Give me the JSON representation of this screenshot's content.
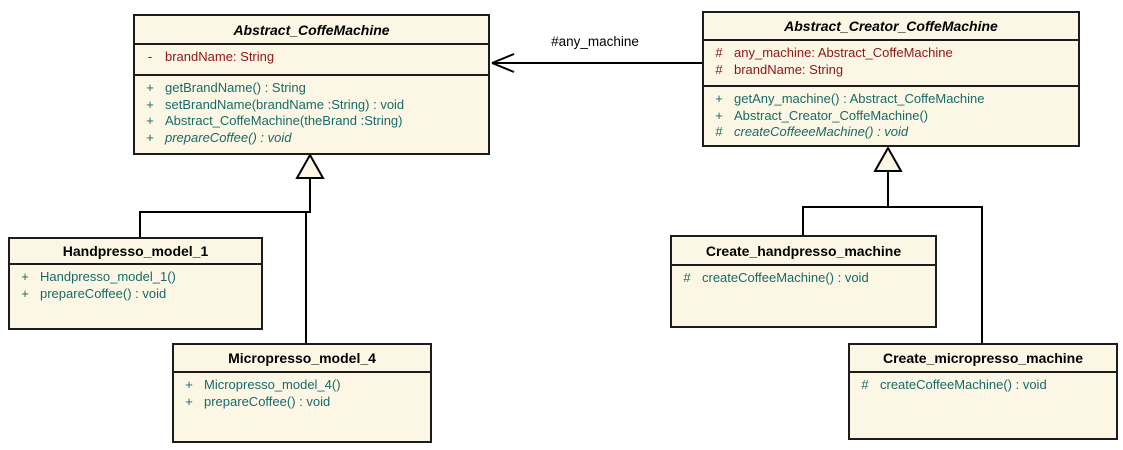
{
  "colors": {
    "box_fill": "#FCF7E4",
    "box_border": "#1c1c1c",
    "attribute_text": "#8B1717",
    "method_text": "#176A6A",
    "title_text": "#000000",
    "connector": "#000000"
  },
  "association": {
    "label": "#any_machine"
  },
  "classes": [
    {
      "name": "Abstract_CoffeMachine",
      "abstract": true,
      "attributes": [
        {
          "visibility": "-",
          "text": "brandName: String"
        }
      ],
      "methods": [
        {
          "visibility": "+",
          "text": "getBrandName() : String",
          "abstract": false
        },
        {
          "visibility": "+",
          "text": "setBrandName(brandName :String) : void",
          "abstract": false
        },
        {
          "visibility": "+",
          "text": "Abstract_CoffeMachine(theBrand :String)",
          "abstract": false
        },
        {
          "visibility": "+",
          "text": "prepareCoffee() : void",
          "abstract": true
        }
      ]
    },
    {
      "name": "Abstract_Creator_CoffeMachine",
      "abstract": true,
      "attributes": [
        {
          "visibility": "#",
          "text": "any_machine: Abstract_CoffeMachine"
        },
        {
          "visibility": "#",
          "text": "brandName: String"
        }
      ],
      "methods": [
        {
          "visibility": "+",
          "text": "getAny_machine() : Abstract_CoffeMachine",
          "abstract": false
        },
        {
          "visibility": "+",
          "text": "Abstract_Creator_CoffeMachine()",
          "abstract": false
        },
        {
          "visibility": "#",
          "text": "createCoffeeeMachine() : void",
          "abstract": true
        }
      ]
    },
    {
      "name": "Handpresso_model_1",
      "abstract": false,
      "attributes": [],
      "methods": [
        {
          "visibility": "+",
          "text": "Handpresso_model_1()",
          "abstract": false
        },
        {
          "visibility": "+",
          "text": "prepareCoffee() : void",
          "abstract": false
        }
      ]
    },
    {
      "name": "Micropresso_model_4",
      "abstract": false,
      "attributes": [],
      "methods": [
        {
          "visibility": "+",
          "text": "Micropresso_model_4()",
          "abstract": false
        },
        {
          "visibility": "+",
          "text": "prepareCoffee() : void",
          "abstract": false
        }
      ]
    },
    {
      "name": "Create_handpresso_machine",
      "abstract": false,
      "attributes": [],
      "methods": [
        {
          "visibility": "#",
          "text": "createCoffeeMachine() : void",
          "abstract": false
        }
      ]
    },
    {
      "name": "Create_micropresso_machine",
      "abstract": false,
      "attributes": [],
      "methods": [
        {
          "visibility": "#",
          "text": "createCoffeeMachine() : void",
          "abstract": false
        }
      ]
    }
  ],
  "relationships": [
    {
      "type": "association",
      "from": "Abstract_Creator_CoffeMachine",
      "to": "Abstract_CoffeMachine",
      "label": "#any_machine"
    },
    {
      "type": "generalization",
      "from": "Handpresso_model_1",
      "to": "Abstract_CoffeMachine"
    },
    {
      "type": "generalization",
      "from": "Micropresso_model_4",
      "to": "Abstract_CoffeMachine"
    },
    {
      "type": "generalization",
      "from": "Create_handpresso_machine",
      "to": "Abstract_Creator_CoffeMachine"
    },
    {
      "type": "generalization",
      "from": "Create_micropresso_machine",
      "to": "Abstract_Creator_CoffeMachine"
    }
  ]
}
